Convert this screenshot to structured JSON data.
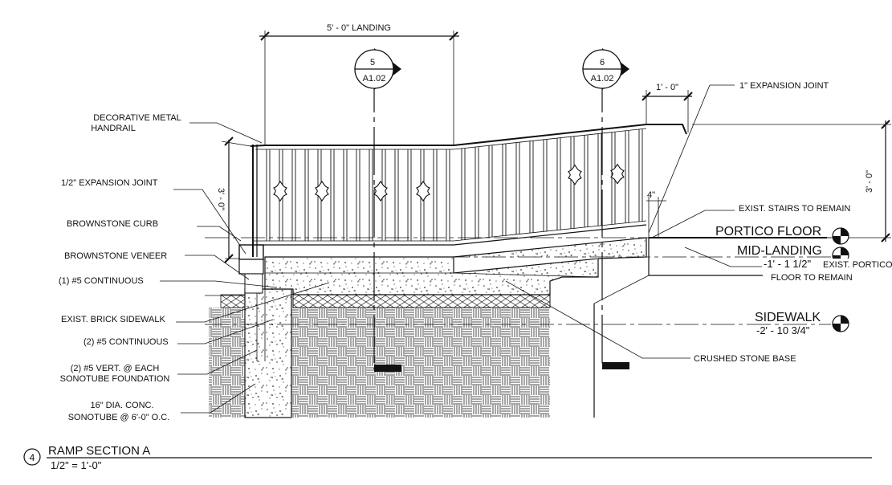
{
  "drawing": {
    "title": "RAMP SECTION A",
    "scale": "1/2\" = 1'-0\"",
    "number": "4"
  },
  "dimensions": {
    "landing": "5' - 0\" LANDING",
    "one_foot": "1' - 0\"",
    "rail_left": "3' - 0\"",
    "rail_right": "3' - 0\"",
    "four_inch": "4\""
  },
  "section_markers": [
    {
      "number": "5",
      "sheet": "A1.02"
    },
    {
      "number": "6",
      "sheet": "A1.02"
    }
  ],
  "levels": {
    "portico": {
      "name": "PORTICO FLOOR"
    },
    "mid": {
      "name": "MID-LANDING",
      "value": "-1' - 1 1/2\""
    },
    "sidewalk": {
      "name": "SIDEWALK",
      "value": "-2' - 10 3/4\""
    }
  },
  "notes_left": {
    "handrail_l1": "DECORATIVE METAL",
    "handrail_l2": "HANDRAIL",
    "exp_joint": "1/2\" EXPANSION JOINT",
    "curb": "BROWNSTONE CURB",
    "veneer": "BROWNSTONE   VENEER",
    "cont1": "(1) #5 CONTINUOUS",
    "brick": "EXIST. BRICK SIDEWALK",
    "cont2": "(2) #5 CONTINUOUS",
    "vert_l1": "(2) #5 VERT. @ EACH",
    "vert_l2": "SONOTUBE FOUNDATION",
    "sono_l1": "16\" DIA. CONC.",
    "sono_l2": "SONOTUBE @ 6'-0\" O.C."
  },
  "notes_right": {
    "exp_joint": "1\" EXPANSION JOINT",
    "stairs": "EXIST. STAIRS TO REMAIN",
    "portico_l1": "EXIST. PORTICO",
    "portico_l2": "FLOOR TO REMAIN",
    "crushed": "CRUSHED STONE BASE"
  }
}
